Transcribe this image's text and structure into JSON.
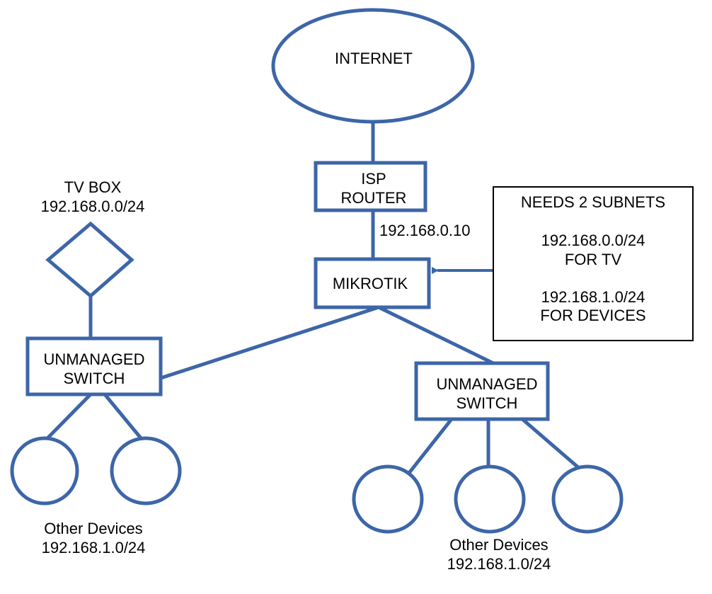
{
  "colors": {
    "shape_stroke": "#3d66a8",
    "note_stroke": "#000000",
    "text": "#000000",
    "background": "#ffffff"
  },
  "internet": {
    "label": "INTERNET"
  },
  "isp_router": {
    "line1": "ISP",
    "line2": "ROUTER"
  },
  "isp_link_ip": "192.168.0.10",
  "mikrotik": {
    "label": "MIKROTIK"
  },
  "note": {
    "title": "NEEDS 2 SUBNETS",
    "subnet_tv": "192.168.0.0/24",
    "subnet_tv_label": "FOR TV",
    "subnet_devices": "192.168.1.0/24",
    "subnet_devices_label": "FOR DEVICES"
  },
  "tv_box": {
    "name": "TV BOX",
    "subnet": "192.168.0.0/24"
  },
  "switch_left": {
    "line1": "UNMANAGED",
    "line2": "SWITCH"
  },
  "switch_right": {
    "line1": "UNMANAGED",
    "line2": "SWITCH"
  },
  "devices_left": {
    "label": "Other Devices",
    "subnet": "192.168.1.0/24"
  },
  "devices_right": {
    "label": "Other Devices",
    "subnet": "192.168.1.0/24"
  }
}
